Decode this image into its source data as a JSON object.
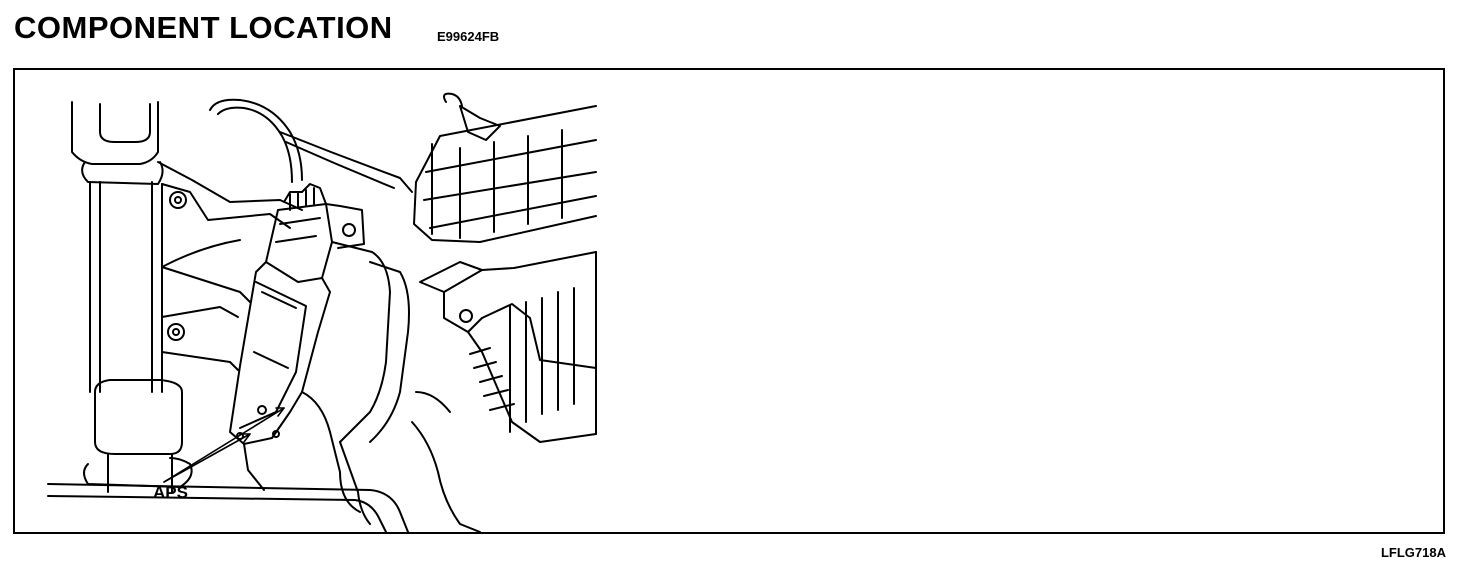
{
  "header": {
    "title": "COMPONENT LOCATION",
    "code": "E99624FB"
  },
  "figure": {
    "callout_label": "APS",
    "figure_id": "LFLG718A"
  }
}
